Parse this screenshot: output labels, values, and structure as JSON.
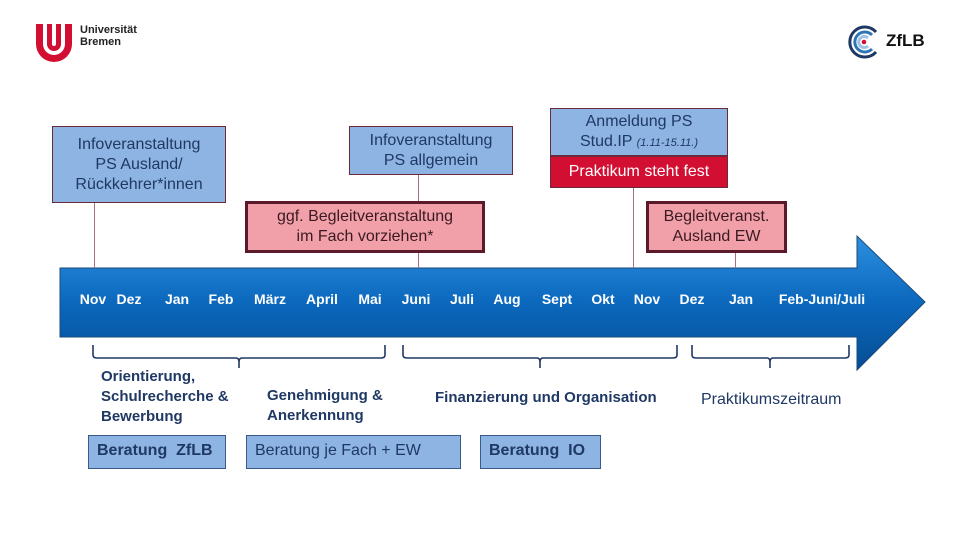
{
  "logos": {
    "university": "Universität Bremen",
    "zflb": "ZfLB"
  },
  "events": {
    "info_ausland": [
      "Infoveranstaltung",
      "PS Ausland/",
      "Rückkehrer*innen"
    ],
    "begleit_fach": [
      "ggf. Begleitveranstaltung",
      "im Fach vorziehen*"
    ],
    "info_allgemein": [
      "Infoveranstaltung",
      "PS allgemein"
    ],
    "anmeldung": {
      "line1": "Anmeldung PS",
      "line2": "Stud.IP",
      "dates": "(1.11-15.11.)"
    },
    "praktikum_fest": "Praktikum steht fest",
    "begleit_ausland": [
      "Begleitveranst.",
      "Ausland EW"
    ]
  },
  "months": [
    "Nov",
    "Dez",
    "Jan",
    "Feb",
    "März",
    "April",
    "Mai",
    "Juni",
    "Juli",
    "Aug",
    "Sept",
    "Okt",
    "Nov",
    "Dez",
    "Jan",
    "Feb-Juni/Juli"
  ],
  "phases": {
    "orientierung": [
      "Orientierung,",
      "Schulrecherche &",
      "Bewerbung"
    ],
    "genehmigung": [
      "Genehmigung &",
      "Anerkennung"
    ],
    "finanzierung": "Finanzierung und Organisation",
    "praktikum": "Praktikumszeitraum"
  },
  "consulting": {
    "zflb": "Beratung  ZfLB",
    "fach": "Beratung je Fach + EW",
    "io": "Beratung  IO"
  },
  "colors": {
    "arrow": "#0a5fae",
    "red": "#d20f32",
    "lightblue": "#8db4e2",
    "pink": "#f1a0a9",
    "navy": "#1f3864"
  }
}
